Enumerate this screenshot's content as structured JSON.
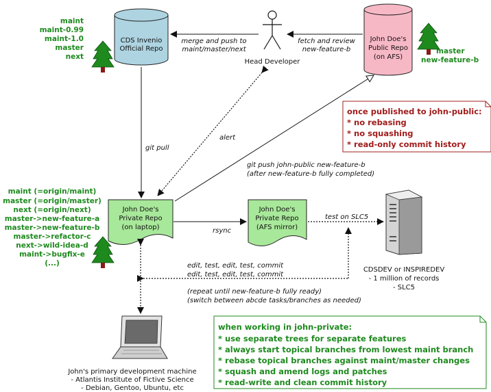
{
  "official_repo": {
    "line1": "CDS Invenio",
    "line2": "Official Repo",
    "fill": "#aed4e2"
  },
  "official_branches": [
    "maint",
    "maint-0.99",
    "maint-1.0",
    "master",
    "next"
  ],
  "head_developer": "Head Developer",
  "public_repo": {
    "line1": "John Doe's",
    "line2": "Public Repo",
    "line3": "(on AFS)",
    "fill": "#f7b8c6"
  },
  "public_branches": [
    "master",
    "new-feature-b"
  ],
  "private_repo": {
    "line1": "John Doe's",
    "line2": "Private Repo",
    "line3": "(on laptop)",
    "fill": "#a8e89a"
  },
  "private_branches": [
    "maint (=origin/maint)",
    "master (=origin/master)",
    "next (=origin/next)",
    "master->new-feature-a",
    "master->new-feature-b",
    "master->refactor-c",
    "next->wild-idea-d",
    "maint->bugfix-e",
    "(...)"
  ],
  "afs_mirror": {
    "line1": "John Doe's",
    "line2": "Private Repo",
    "line3": "(AFS mirror)"
  },
  "server": {
    "line1": "CDSDEV or INSPIREDEV",
    "line2": "- 1 million of records",
    "line3": "- SLC5"
  },
  "laptop": {
    "line1": "John's primary development machine",
    "line2": "- Atlantis Institute of Fictive Science",
    "line3": "- Debian, Gentoo, Ubuntu, etc"
  },
  "edges": {
    "merge_line1": "merge and push to",
    "merge_line2": "maint/master/next",
    "fetch_line1": "fetch and review",
    "fetch_line2": "new-feature-b",
    "git_pull": "git pull",
    "alert": "alert",
    "git_push_line1": "git push john-public new-feature-b",
    "git_push_line2": "(after new-feature-b fully completed)",
    "rsync": "rsync",
    "test": "test on SLC5",
    "edit_line1": "edit, test, edit, test, commit",
    "edit_line2": "edit, test, edit, test, commit",
    "repeat_line1": "(repeat until new-feature-b fully ready)",
    "repeat_line2": "(switch between abcde tasks/branches as needed)"
  },
  "public_note": {
    "items": [
      "once published to john-public:",
      "* no rebasing",
      "* no squashing",
      "* read-only commit history"
    ],
    "color": "#a01c1c"
  },
  "private_note": {
    "items": [
      "when working in john-private:",
      "* use separate trees for separate features",
      "* always start topical branches from lowest maint branch",
      "* rebase topical branches against maint/master changes",
      "* squash and amend logs and patches",
      "* read-write and clean commit history"
    ],
    "color": "#1e8a1e"
  }
}
